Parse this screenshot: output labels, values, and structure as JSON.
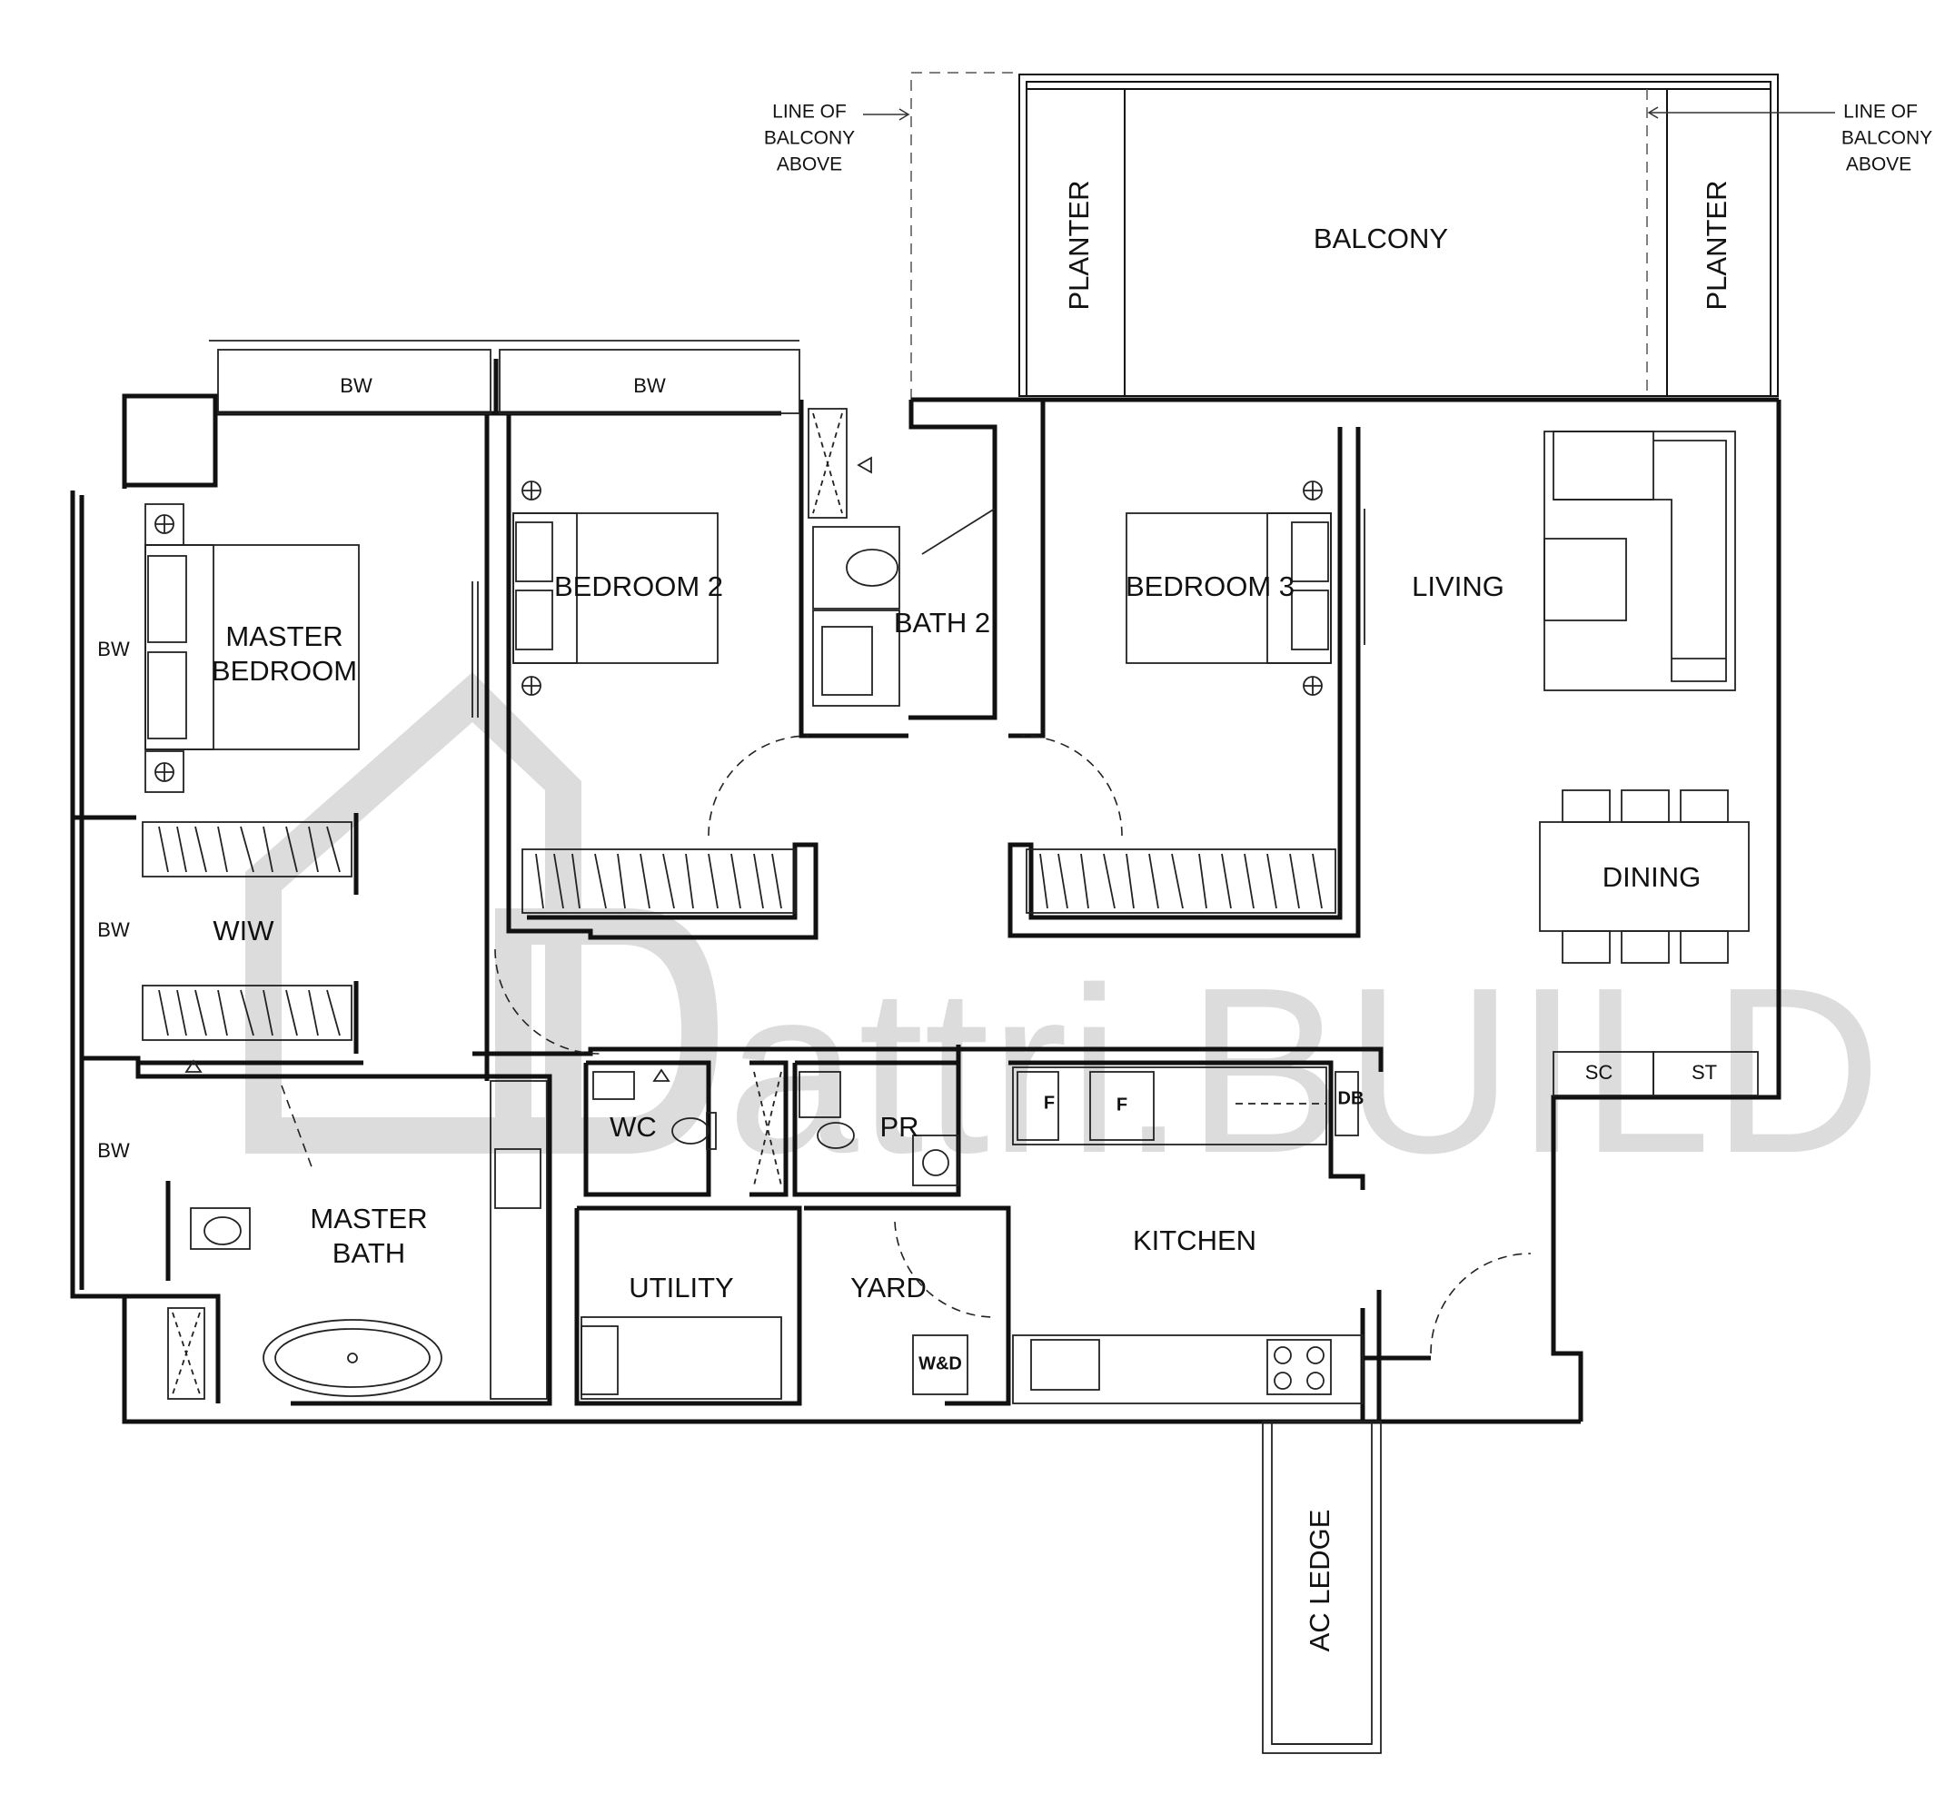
{
  "rooms": {
    "balcony": "BALCONY",
    "planter_left": "PLANTER",
    "planter_right": "PLANTER",
    "master_bedroom_line1": "MASTER",
    "master_bedroom_line2": "BEDROOM",
    "bedroom2": "BEDROOM 2",
    "bath2": "BATH 2",
    "bedroom3": "BEDROOM 3",
    "living": "LIVING",
    "dining": "DINING",
    "wiw": "WIW",
    "master_bath_line1": "MASTER",
    "master_bath_line2": "BATH",
    "wc": "WC",
    "pr": "PR",
    "utility": "UTILITY",
    "yard": "YARD",
    "kitchen": "KITCHEN",
    "ac_ledge": "AC LEDGE"
  },
  "fixtures": {
    "bw": "BW",
    "sc": "SC",
    "st": "ST",
    "f": "F",
    "db": "DB",
    "wd": "W&D"
  },
  "notes": {
    "balcony_line": [
      "LINE OF",
      "BALCONY",
      "ABOVE"
    ]
  },
  "watermark": {
    "text": "attri.BUILD",
    "color": "#dcdcdc"
  }
}
